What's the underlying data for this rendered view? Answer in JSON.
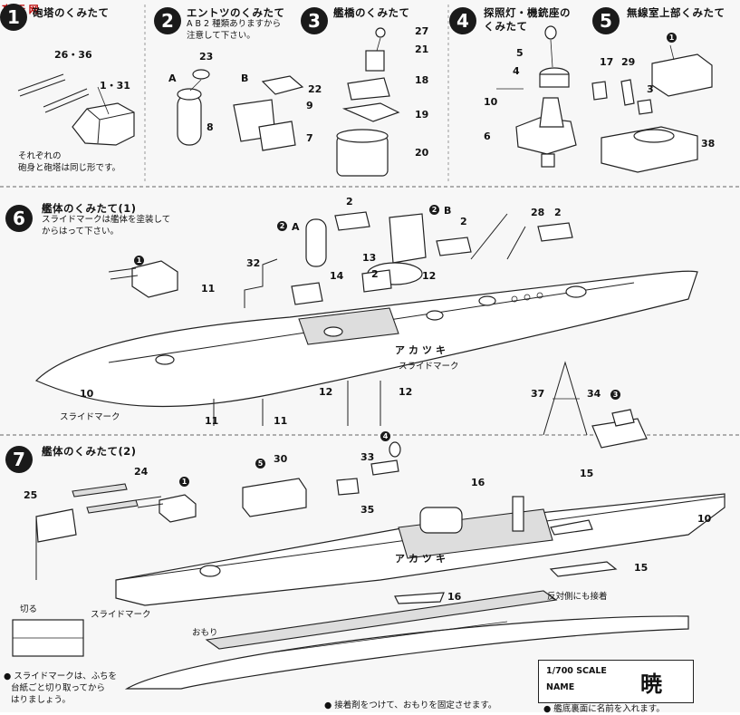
{
  "watermark": {
    "text": "高 玩 网"
  },
  "steps": [
    {
      "number": "1",
      "title": "砲塔のくみたて",
      "note_lines": [
        "それぞれの",
        "砲身と砲塔は同じ形です。"
      ],
      "parts": [
        "26・36",
        "1・31"
      ]
    },
    {
      "number": "2",
      "title": "エントツのくみたて",
      "note_lines": [
        "A B 2 種類ありますから",
        "注意して下さい。"
      ],
      "labels": [
        "A",
        "B"
      ],
      "parts": [
        "23",
        "8",
        "22",
        "9",
        "7"
      ]
    },
    {
      "number": "3",
      "title": "艦橋のくみたて",
      "parts": [
        "27",
        "21",
        "18",
        "19",
        "20"
      ]
    },
    {
      "number": "4",
      "title_lines": [
        "探照灯・機銃座の",
        "くみたて"
      ],
      "parts": [
        "5",
        "4",
        "10",
        "6"
      ]
    },
    {
      "number": "5",
      "title": "無線室上部くみたて",
      "parts": [
        "17",
        "29",
        "3",
        "38"
      ],
      "ref": "1"
    },
    {
      "number": "6",
      "title": "艦体のくみたて(1)",
      "note_lines": [
        "スライドマークは艦体を塗装して",
        "からはって下さい。"
      ],
      "parts": [
        "2",
        "2",
        "2",
        "2",
        "13",
        "14",
        "32",
        "11",
        "12",
        "11",
        "11",
        "12",
        "12",
        "28",
        "37",
        "34"
      ],
      "callouts": [
        "A",
        "B"
      ],
      "refs": [
        "1",
        "2",
        "2",
        "3"
      ],
      "slide_mark_labels": [
        "スライドマーク",
        "スライドマーク"
      ],
      "hull_marks": [
        "10",
        "アカツキ"
      ]
    },
    {
      "number": "7",
      "title": "艦体のくみたて(2)",
      "parts": [
        "24",
        "25",
        "30",
        "33",
        "35",
        "16",
        "15",
        "15",
        "16"
      ],
      "refs": [
        "1",
        "5",
        "4"
      ],
      "slide_mark_label": "スライドマーク",
      "reverse_side_note": "反対側にも接着",
      "omori_label": "おもり",
      "hull_marks": [
        "10",
        "アカツキ"
      ]
    }
  ],
  "flag_note": {
    "cut_label": "切る",
    "lines": [
      "● スライドマークは、ふちを",
      "台紙ごと切り取ってから",
      "はりましょう。"
    ]
  },
  "bottom_notes": [
    "● 接着剤をつけて、おもりを固定させます。",
    "● 艦底裏面に名前を入れます。"
  ],
  "name_plate": {
    "scale": "1/700 SCALE",
    "name_label": "NAME",
    "ship_name": "暁"
  }
}
